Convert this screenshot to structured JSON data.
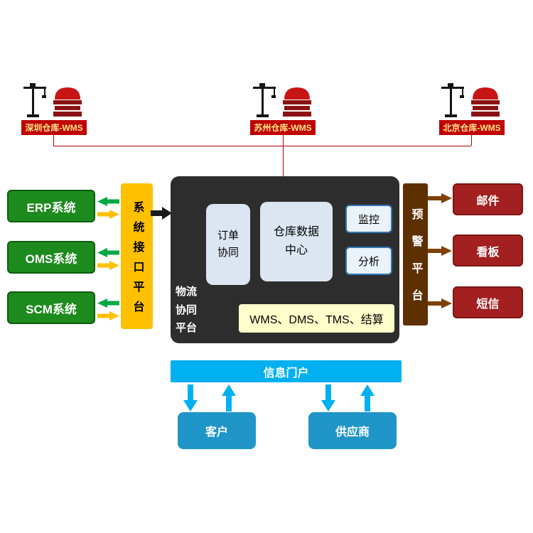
{
  "diagram": {
    "warehouses": [
      {
        "label": "深圳仓库-WMS"
      },
      {
        "label": "苏州仓库-WMS"
      },
      {
        "label": "北京仓库-WMS"
      }
    ],
    "left_systems": [
      {
        "label": "ERP系统"
      },
      {
        "label": "OMS系统"
      },
      {
        "label": "SCM系统"
      }
    ],
    "interface_platform_label": "系统接口平台",
    "logistics_platform": {
      "label": "物流协同平台",
      "order_collaboration": "订单协同",
      "warehouse_data_center": "仓库数据中心",
      "monitoring": "监控",
      "analysis": "分析",
      "modules": "WMS、DMS、TMS、结算"
    },
    "warning_platform_label": "预警平台",
    "alert_channels": [
      {
        "label": "邮件"
      },
      {
        "label": "看板"
      },
      {
        "label": "短信"
      }
    ],
    "portal_label": "信息门户",
    "partners": [
      {
        "label": "客户"
      },
      {
        "label": "供应商"
      }
    ],
    "colors": {
      "system_green": "#1d8a1d",
      "green_arrow": "#00a844",
      "interface_yellow": "#ffc000",
      "platform_dark": "#2d2d2d",
      "inner_pale_blue": "#dce6f2",
      "monitor_border_blue": "#2e75b6",
      "module_light_yellow": "#ffffcc",
      "warning_brown": "#5e3000",
      "brown_arrow": "#7f4000",
      "alert_red": "#a32020",
      "portal_cyan": "#00b0f0",
      "partner_blue": "#2095c8",
      "warehouse_label_red": "#c00000",
      "connector_red": "#b00000"
    }
  }
}
